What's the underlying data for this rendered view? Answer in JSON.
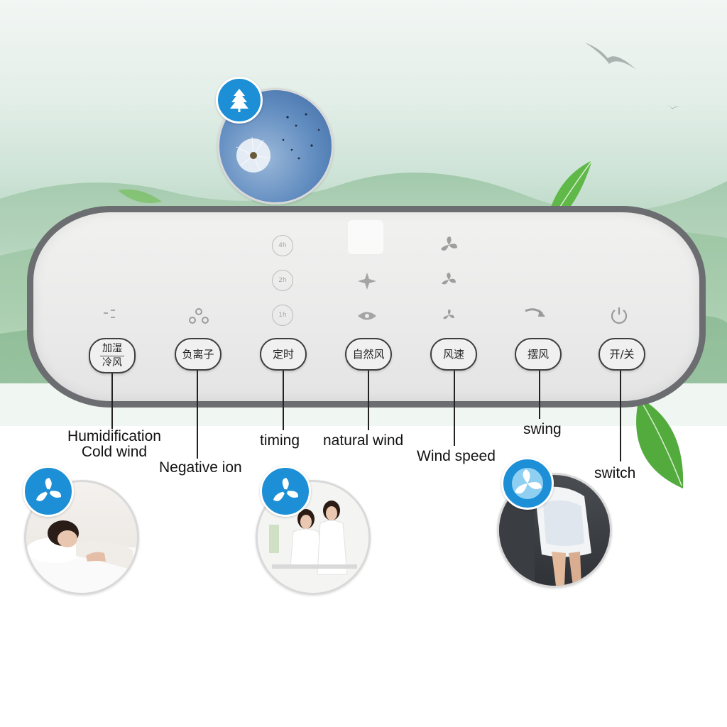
{
  "panel": {
    "buttons": [
      {
        "id": "humidify",
        "line1": "加湿",
        "line2": "冷风"
      },
      {
        "id": "ion",
        "label": "负离子"
      },
      {
        "id": "timer",
        "label": "定时"
      },
      {
        "id": "natural",
        "label": "自然风"
      },
      {
        "id": "speed",
        "label": "风速"
      },
      {
        "id": "swing",
        "label": "摆风"
      },
      {
        "id": "power",
        "label": "开/关"
      }
    ],
    "timer_indicators": [
      "4h",
      "2h",
      "1h"
    ]
  },
  "labels": {
    "humidification_line1": "Humidification",
    "humidification_line2": "Cold wind",
    "negative_ion": "Negative ion",
    "timing": "timing",
    "natural_wind": "natural wind",
    "wind_speed": "Wind speed",
    "swing": "swing",
    "switch": "switch"
  },
  "colors": {
    "badge_blue": "#1c8fd6",
    "panel_frame": "#6b6d70",
    "leaf_green": "#4fae3c"
  },
  "icons": [
    "tree-icon",
    "fan-icon",
    "power-icon",
    "swing-arrow-icon",
    "ion-icon",
    "natural-wind-icon",
    "wind-speed-icon"
  ]
}
